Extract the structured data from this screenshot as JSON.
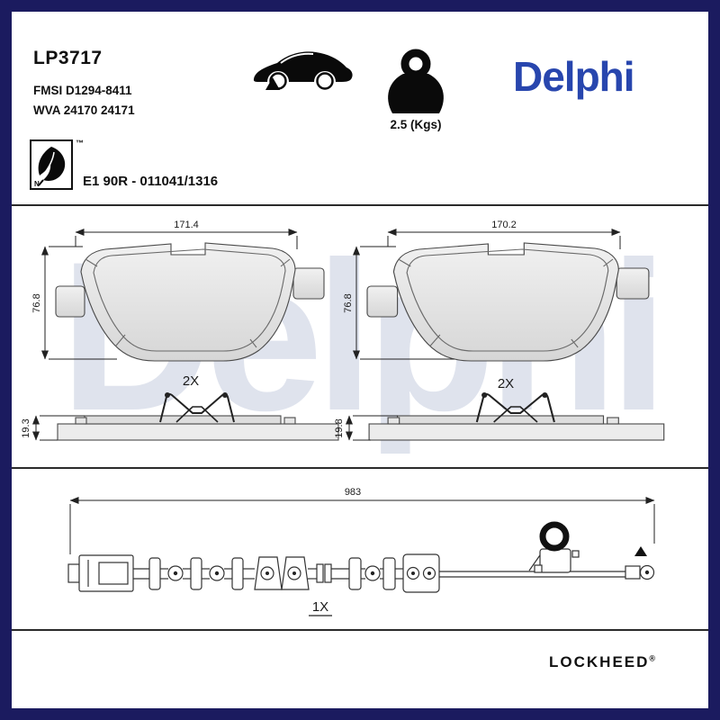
{
  "header": {
    "part_number": "LP3717",
    "fmsi_code": "FMSI D1294-8411",
    "wva_code": "WVA 24170 24171",
    "weight_label": "2.5 (Kgs)",
    "brand_logo": "Delphi",
    "approval_code": "E1 90R - 011041/1316",
    "eco_tm": "™",
    "eco_n": "N"
  },
  "watermark": "Delphi",
  "pads": {
    "left": {
      "width_mm": "171.4",
      "height_mm": "76.8",
      "thickness_mm": "19.3",
      "quantity": "2X"
    },
    "right": {
      "width_mm": "170.2",
      "height_mm": "76.8",
      "thickness_mm": "19.8",
      "quantity": "2X"
    }
  },
  "sensor": {
    "length_mm": "983",
    "quantity": "1X"
  },
  "footer": {
    "brand": "LOCKHEED",
    "registered": "®"
  },
  "colors": {
    "frame_navy": "#1b1b5f",
    "delphi_blue": "#2846ae",
    "watermark_gray": "#dfe3ed"
  }
}
